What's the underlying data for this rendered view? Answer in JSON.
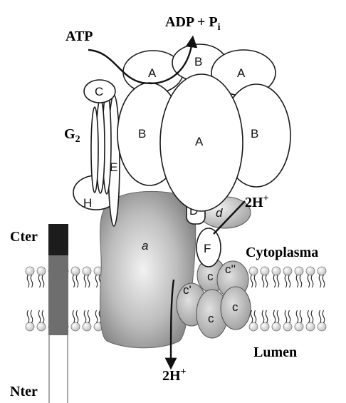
{
  "labels": {
    "atp": "ATP",
    "adp_pi": "ADP + P",
    "adp_pi_sub": "i",
    "g2": "G",
    "g2_sub": "2",
    "cter": "Cter",
    "nter": "Nter",
    "cytoplasma": "Cytoplasma",
    "lumen": "Lumen",
    "proton_in": "2H",
    "proton_in_sup": "+",
    "proton_out": "2H",
    "proton_out_sup": "+"
  },
  "subunits": {
    "a_top_left": "A",
    "b_top": "B",
    "a_top_right": "A",
    "c_sub": "C",
    "b_left": "B",
    "a_center": "A",
    "b_right": "B",
    "e": "E",
    "h": "H",
    "a_membrane": "a",
    "d_upper": "D",
    "d_lower": "d",
    "f": "F",
    "c_ring_1": "c",
    "c_ring_2": "c''",
    "c_ring_3": "c'",
    "c_ring_4": "c",
    "c_ring_5": "c"
  },
  "colors": {
    "cter_bar": "#1c1c1c",
    "membrane_bar": "#6e6e6e"
  }
}
